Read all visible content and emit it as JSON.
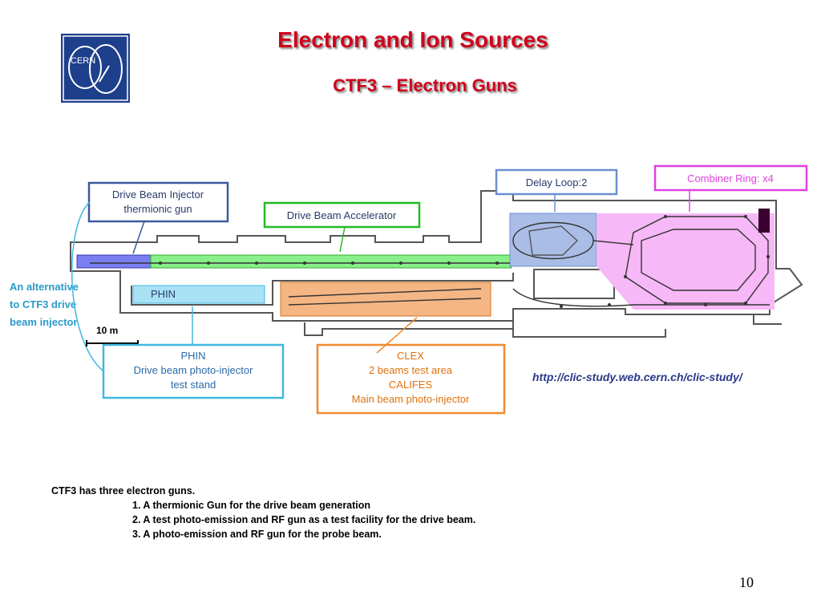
{
  "header": {
    "title": "Electron and Ion Sources",
    "subtitle": "CTF3 – Electron Guns",
    "logo_text": "CERN"
  },
  "diagram": {
    "drive_beam_injector": [
      "Drive Beam Injector",
      "thermionic gun"
    ],
    "drive_beam_accelerator": "Drive Beam Accelerator",
    "delay_loop": "Delay Loop:2",
    "combiner_ring": "Combiner Ring: x4",
    "phin_area": "PHIN",
    "alternative": [
      "An alternative",
      "to CTF3 drive",
      "beam injector"
    ],
    "scale": "10 m",
    "phin_box": [
      "PHIN",
      "Drive beam photo-injector",
      "test stand"
    ],
    "clex_box": [
      "CLEX",
      "2 beams test area",
      "CALIFES",
      "Main beam photo-injector"
    ],
    "url": "http://clic-study.web.cern.ch/clic-study/",
    "colors": {
      "injector": "#4060c0",
      "accelerator": "#22bb22",
      "delay_loop": "#6a8fd0",
      "combiner": "#e040e0",
      "phin": "#40b8e0",
      "clex": "#f08a30",
      "title": "#d0021b"
    }
  },
  "notes": {
    "intro": "CTF3 has three electron guns.",
    "items": [
      "1. A thermionic Gun for the drive beam generation",
      "2. A test photo-emission and RF gun as a test facility for the drive beam.",
      "3. A photo-emission and RF gun for the probe beam."
    ]
  },
  "page_number": "10"
}
